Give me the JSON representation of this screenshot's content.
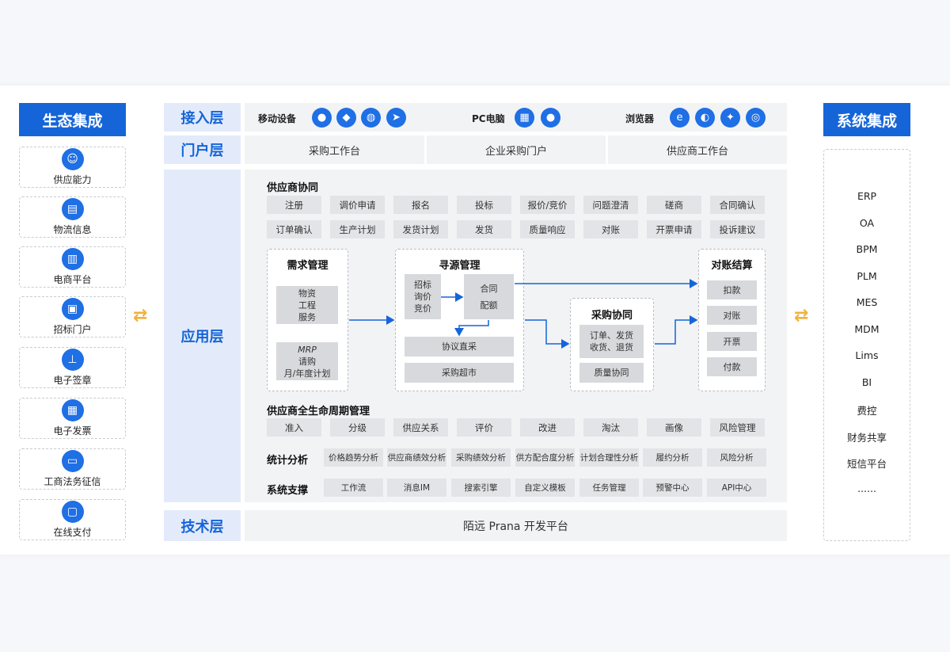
{
  "left": {
    "title": "生态集成",
    "items": [
      {
        "label": "供应能力",
        "icon": "user-icon"
      },
      {
        "label": "物流信息",
        "icon": "truck-icon"
      },
      {
        "label": "电商平台",
        "icon": "cart-icon"
      },
      {
        "label": "招标门户",
        "icon": "document-icon"
      },
      {
        "label": "电子签章",
        "icon": "stamp-icon"
      },
      {
        "label": "电子发票",
        "icon": "invoice-icon"
      },
      {
        "label": "工商法务征信",
        "icon": "id-card-icon"
      },
      {
        "label": "在线支付",
        "icon": "payment-icon"
      }
    ]
  },
  "right": {
    "title": "系统集成",
    "items": [
      "ERP",
      "OA",
      "BPM",
      "PLM",
      "MES",
      "MDM",
      "Lims",
      "BI",
      "费控",
      "财务共享",
      "短信平台",
      "......"
    ]
  },
  "layers": {
    "access": "接入层",
    "portal": "门户层",
    "app": "应用层",
    "tech": "技术层"
  },
  "access": {
    "mobile": "移动设备",
    "pc": "PC电脑",
    "browser": "浏览器",
    "mobile_icons": [
      "apple-icon",
      "android-icon",
      "wechat-icon",
      "dingtalk-icon"
    ],
    "pc_icons": [
      "windows-icon",
      "apple-icon"
    ],
    "browser_icons": [
      "ie-icon",
      "firefox-icon",
      "safari-icon",
      "chrome-icon"
    ]
  },
  "portal": [
    "采购工作台",
    "企业采购门户",
    "供应商工作台"
  ],
  "supplier_collab": {
    "title": "供应商协同",
    "row1": [
      "注册",
      "调价申请",
      "报名",
      "投标",
      "报价/竞价",
      "问题澄清",
      "磋商",
      "合同确认"
    ],
    "row2": [
      "订单确认",
      "生产计划",
      "发货计划",
      "发货",
      "质量响应",
      "对账",
      "开票申请",
      "投诉建议"
    ]
  },
  "demand": {
    "title": "需求管理",
    "box1": [
      "物资",
      "工程",
      "服务"
    ],
    "box2": [
      "MRP",
      "请购",
      "月/年度计划"
    ]
  },
  "sourcing": {
    "title": "寻源管理",
    "methods": [
      "招标",
      "询价",
      "竞价"
    ],
    "contract": [
      "合同",
      "配额"
    ],
    "agreement": "协议直采",
    "mall": "采购超市"
  },
  "purchase_collab": {
    "title": "采购协同",
    "box1": [
      "订单、发货",
      "收货、退货"
    ],
    "box2": "质量协同"
  },
  "settlement": {
    "title": "对账结算",
    "items": [
      "扣款",
      "对账",
      "开票",
      "付款"
    ]
  },
  "lifecycle": {
    "title": "供应商全生命周期管理",
    "items": [
      "准入",
      "分级",
      "供应关系",
      "评价",
      "改进",
      "淘汰",
      "画像",
      "风险管理"
    ]
  },
  "stats": {
    "title": "统计分析",
    "items": [
      "价格趋势分析",
      "供应商绩效分析",
      "采购绩效分析",
      "供方配合度分析",
      "计划合理性分析",
      "履约分析",
      "风险分析"
    ]
  },
  "support": {
    "title": "系统支撑",
    "items": [
      "工作流",
      "消息IM",
      "搜索引擎",
      "自定义模板",
      "任务管理",
      "预警中心",
      "API中心"
    ]
  },
  "tech": {
    "platform": "陌远 Prana 开发平台"
  },
  "colors": {
    "brand_blue": "#1565d8",
    "layer_bg": "#e3ebfb",
    "arrow_orange": "#f2b13a"
  }
}
